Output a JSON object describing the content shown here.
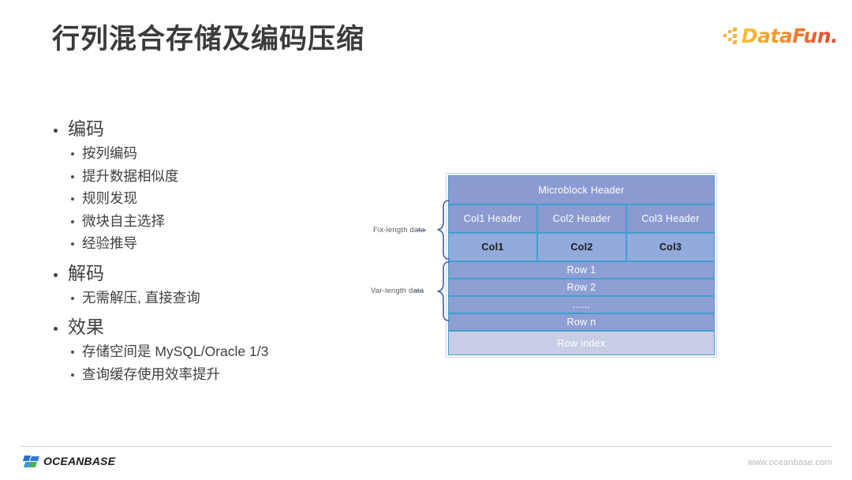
{
  "slide": {
    "title": "行列混合存储及编码压缩",
    "brand_logo_text": "DataFun.",
    "brand_colors": {
      "gradient_start": "#f9c23c",
      "gradient_end": "#e8402f"
    }
  },
  "content": {
    "sections": [
      {
        "heading": "编码",
        "items": [
          "按列编码",
          "提升数据相似度",
          "规则发现",
          "微块自主选择",
          "经验推导"
        ]
      },
      {
        "heading": "解码",
        "items": [
          "无需解压, 直接查询"
        ]
      },
      {
        "heading": "效果",
        "items": [
          "存储空间是 MySQL/Oracle 1/3",
          "查询缓存使用效率提升"
        ]
      }
    ]
  },
  "diagram": {
    "microblock_header": "Microblock Header",
    "column_headers": [
      "Col1 Header",
      "Col2 Header",
      "Col3 Header"
    ],
    "column_values": [
      "Col1",
      "Col2",
      "Col3"
    ],
    "rows": [
      "Row 1",
      "Row 2",
      "......",
      "Row n"
    ],
    "row_index": "Row index",
    "annotations": {
      "fix_length": "Fix-length data",
      "var_length": "Var-length data"
    },
    "colors": {
      "header_block": "#8b9bd1",
      "column_value_block": "#93aadd",
      "row_block": "#8e9fd4",
      "row_index_block": "#c8cce4",
      "border": "#3f9fd0"
    }
  },
  "footer": {
    "logo_text": "OCEANBASE",
    "url": "www.oceanbase.com"
  }
}
